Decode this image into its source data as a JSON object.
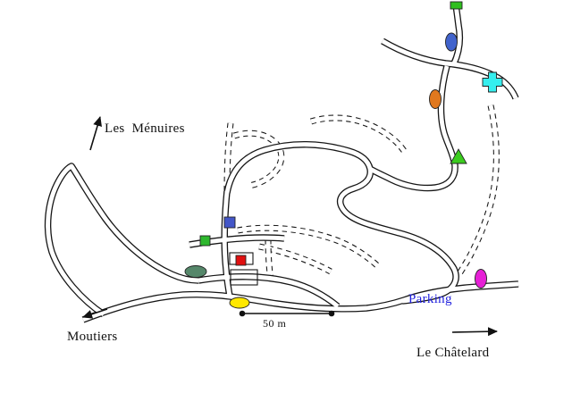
{
  "map": {
    "title": "Hand-drawn village road map",
    "labels": {
      "les_menuires": "Les  Ménuires",
      "moutiers": "Moutiers",
      "le_chatelard": "Le Châtelard",
      "parking": "Parking",
      "scale": "50 m"
    },
    "colors": {
      "road_line": "#161616",
      "parking_text": "#2222dd",
      "label_text": "#111111"
    },
    "markers": {
      "green_rect_top": {
        "shape": "rectangle",
        "color": "#2fbf1e"
      },
      "blue_ellipse": {
        "shape": "ellipse",
        "color": "#4163cc"
      },
      "cyan_cross": {
        "shape": "cross",
        "color": "#35eeee"
      },
      "orange_ellipse": {
        "shape": "ellipse",
        "color": "#e0781e"
      },
      "green_triangle": {
        "shape": "triangle",
        "color": "#3bcc1e"
      },
      "blue_square": {
        "shape": "square",
        "color": "#4356c8"
      },
      "green_square": {
        "shape": "square",
        "color": "#2eb82e"
      },
      "red_square": {
        "shape": "square",
        "color": "#e01010"
      },
      "darkgreen_ellipse": {
        "shape": "ellipse",
        "color": "#55876a"
      },
      "yellow_ellipse": {
        "shape": "ellipse",
        "color": "#ffe800"
      },
      "magenta_ellipse": {
        "shape": "ellipse",
        "color": "#e620d6"
      }
    }
  }
}
